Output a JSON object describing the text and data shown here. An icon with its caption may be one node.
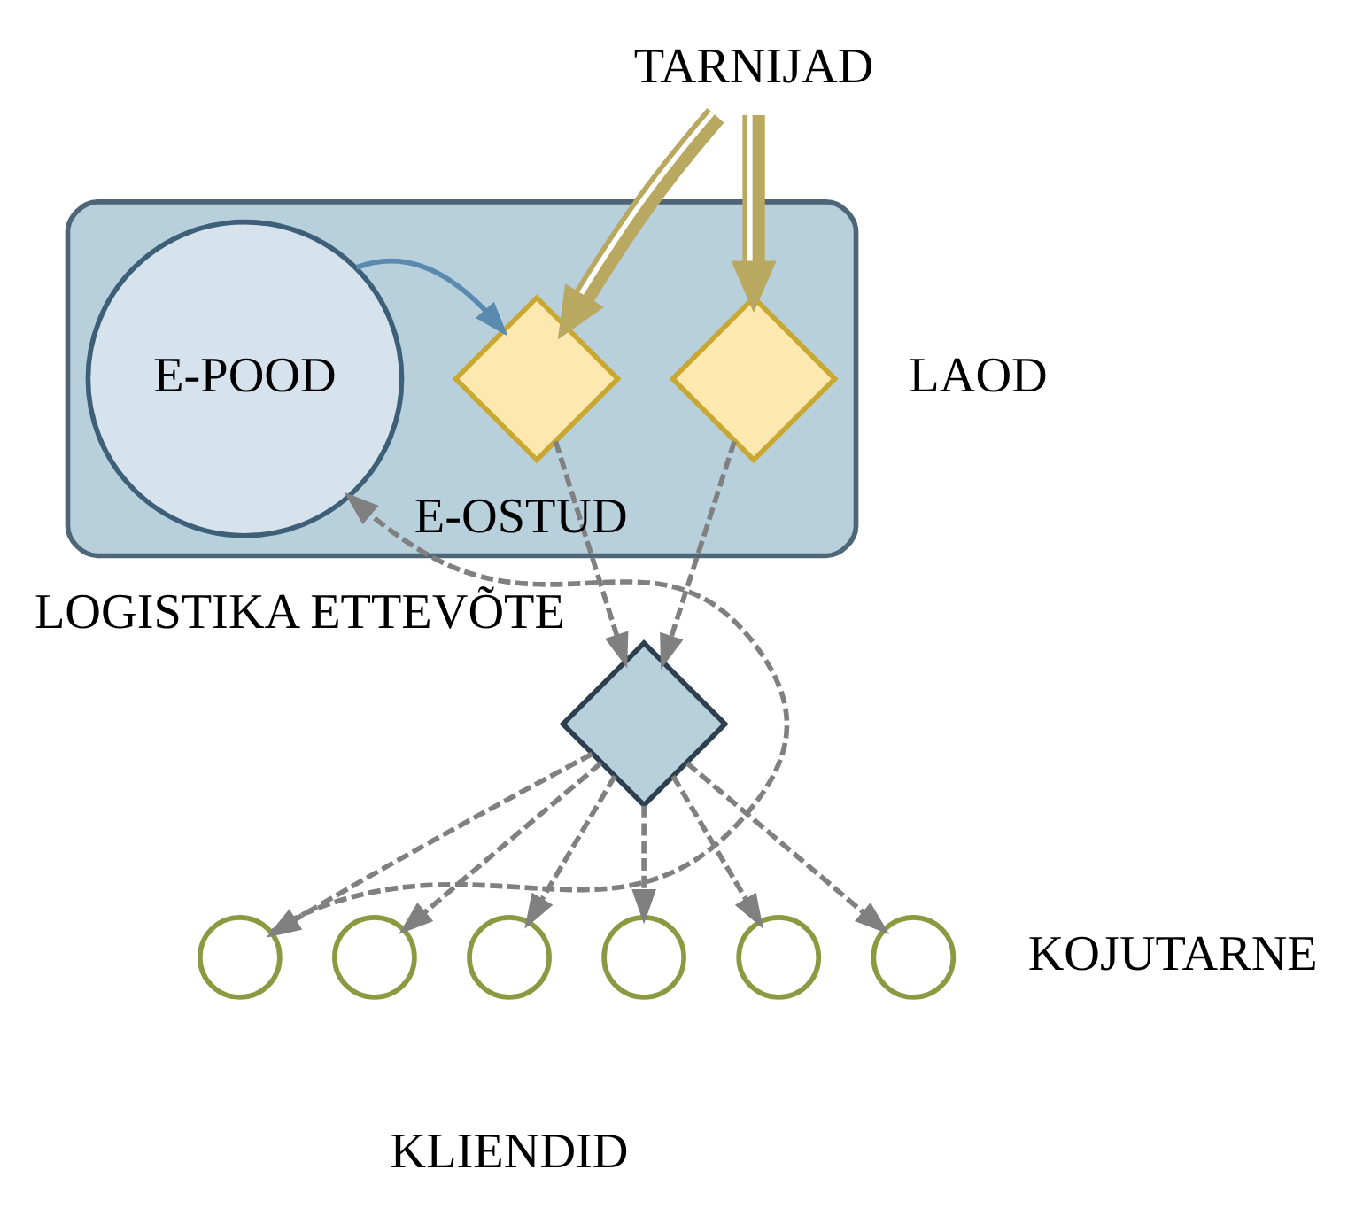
{
  "diagram": {
    "nodes": [
      {
        "text": [
          "TARNIJAD"
        ]
      },
      {
        "text": [],
        "shape": "box"
      },
      {
        "text": [
          "E-POOD"
        ],
        "in": 1
      },
      {
        "text": [],
        "shape": "diamond",
        "in": 1
      },
      {
        "text": [],
        "shape": "diamond",
        "in": 1
      },
      {
        "text": [],
        "shape": "diamond",
        "beside": [
          "LOGISTIKA ETTEVÕTE"
        ]
      },
      {
        "text": [],
        "shape": "circle"
      },
      {
        "text": [],
        "shape": "circle"
      },
      {
        "text": [],
        "shape": "circle"
      },
      {
        "text": [],
        "shape": "circle"
      },
      {
        "text": [],
        "shape": "circle"
      },
      {
        "text": [],
        "shape": "circle"
      }
    ],
    "edges": [
      {
        "from": 0,
        "to": 3,
        "arrow": "to",
        "style": "thick",
        "color": "#b8a860"
      },
      {
        "from": 0,
        "to": 4,
        "arrow": "to",
        "style": "thick",
        "color": "#b8a860"
      },
      {
        "from": 2,
        "to": 3,
        "arrow": "to",
        "color": "#5a8ab0"
      },
      {
        "from": 3,
        "to": 5,
        "arrow": "to",
        "style": "dashed"
      },
      {
        "from": 4,
        "to": 5,
        "arrow": "to",
        "style": "dashed"
      },
      {
        "from": 5,
        "to": 6,
        "arrow": "to",
        "style": "dashed"
      },
      {
        "from": 5,
        "to": 7,
        "arrow": "to",
        "style": "dashed"
      },
      {
        "from": 5,
        "to": 8,
        "arrow": "to",
        "style": "dashed"
      },
      {
        "from": 5,
        "to": 9,
        "arrow": "to",
        "style": "dashed"
      },
      {
        "from": 5,
        "to": 10,
        "arrow": "to",
        "style": "dashed"
      },
      {
        "from": 5,
        "to": 11,
        "arrow": "to",
        "style": "dashed"
      },
      {
        "from": 6,
        "to": 2,
        "arrow": "to",
        "style": "dashed",
        "label": "E-OSTUD"
      }
    ],
    "labels": [
      "LAOD",
      "KOJUTARNE",
      "KLIENDID"
    ]
  }
}
